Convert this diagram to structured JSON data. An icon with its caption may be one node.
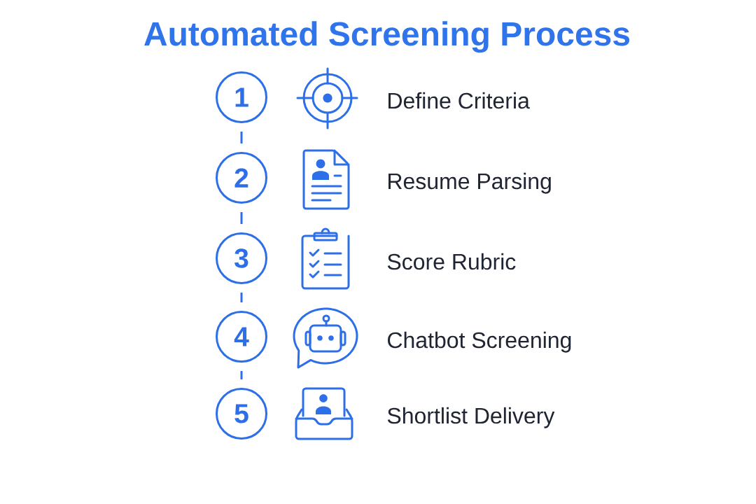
{
  "diagram": {
    "title": "Automated Screening Process",
    "nodes": [
      {
        "text": [
          "1"
        ]
      },
      {
        "text": [
          "2"
        ]
      },
      {
        "text": [
          "3"
        ]
      },
      {
        "text": [
          "4"
        ]
      },
      {
        "text": [
          "5"
        ]
      }
    ],
    "edges": [
      {
        "from": 0,
        "to": 1,
        "arrow": "none"
      },
      {
        "from": 1,
        "to": 2,
        "arrow": "none"
      },
      {
        "from": 2,
        "to": 3,
        "arrow": "none"
      },
      {
        "from": 3,
        "to": 4,
        "arrow": "none"
      }
    ],
    "labels": [
      "Define Criteria",
      "Resume Parsing",
      "Score Rubric",
      "Chatbot Screening",
      "Shortlist Delivery"
    ]
  }
}
